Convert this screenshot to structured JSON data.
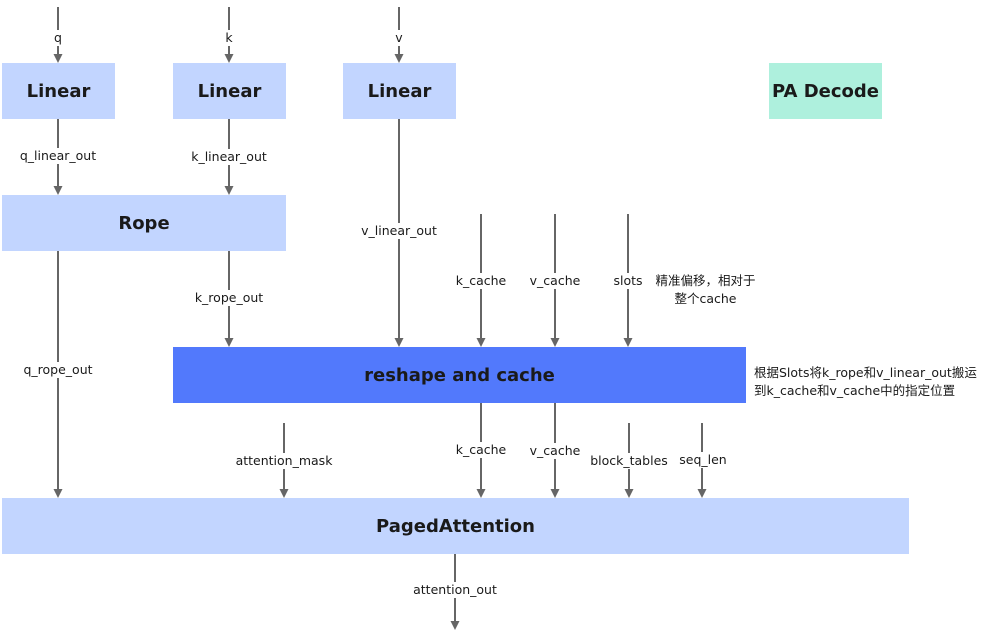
{
  "nodes": {
    "linear_q": "Linear",
    "linear_k": "Linear",
    "linear_v": "Linear",
    "pa_decode": "PA Decode",
    "rope": "Rope",
    "reshape_and_cache": "reshape and cache",
    "paged_attention": "PagedAttention"
  },
  "edges": {
    "q": "q",
    "k": "k",
    "v": "v",
    "q_linear_out": "q_linear_out",
    "k_linear_out": "k_linear_out",
    "v_linear_out": "v_linear_out",
    "k_rope_out": "k_rope_out",
    "q_rope_out": "q_rope_out",
    "k_cache_in": "k_cache",
    "v_cache_in": "v_cache",
    "slots": "slots",
    "attention_mask": "attention_mask",
    "k_cache_out": "k_cache",
    "v_cache_out": "v_cache",
    "block_tables": "block_tables",
    "seq_len": "seq_len",
    "attention_out": "attention_out"
  },
  "notes": {
    "slots_line1": "精准偏移，相对于",
    "slots_line2": "整个cache",
    "reshape_line1": "根据Slots将k_rope和v_linear_out搬运",
    "reshape_line2": "到k_cache和v_cache中的指定位置"
  },
  "colors": {
    "light_box": "#c2d5ff",
    "dark_box": "#5279fc",
    "teal_box": "#aef0dd",
    "arrow": "#666666"
  }
}
